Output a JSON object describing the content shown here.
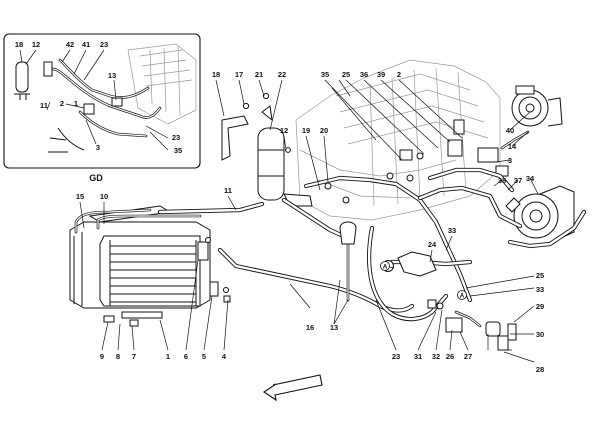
{
  "detail": {
    "tag": "GD"
  },
  "callouts": {
    "gd18": "18",
    "gd12": "12",
    "gd42": "42",
    "gd41": "41",
    "gd23a": "23",
    "gd11": "11",
    "gd13": "13",
    "gd2": "2",
    "gd1": "1",
    "gd3": "3",
    "gd23b": "23",
    "gd35": "35",
    "c18": "18",
    "c17": "17",
    "c21": "21",
    "c22": "22",
    "c35": "35",
    "c25": "25",
    "c36": "36",
    "c39": "39",
    "c2": "2",
    "c12": "12",
    "c19": "19",
    "c20": "20",
    "c40": "40",
    "c14": "14",
    "c3": "3",
    "c38": "38",
    "c37": "37",
    "c34": "34",
    "c11": "11",
    "c15": "15",
    "c10": "10",
    "c33a": "33",
    "c24": "24",
    "cA1": "A",
    "cA2": "A",
    "c25b": "25",
    "c33b": "33",
    "c29": "29",
    "c30": "30",
    "c16": "16",
    "c13": "13",
    "c9": "9",
    "c8": "8",
    "c7": "7",
    "c1": "1",
    "c6": "6",
    "c5": "5",
    "c4": "4",
    "c23": "23",
    "c31": "31",
    "c32": "32",
    "c26": "26",
    "c27": "27",
    "c28": "28"
  }
}
